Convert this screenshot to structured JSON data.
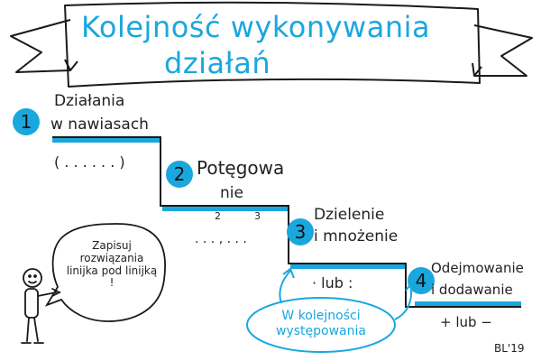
{
  "title": {
    "line1": "Kolejność wykonywania",
    "line2": "działań"
  },
  "steps": [
    {
      "number": "1",
      "label_line1": "Działania",
      "label_line2": "w nawiasach",
      "example": "( . . . . . . )"
    },
    {
      "number": "2",
      "label_line1": "Potęgowa",
      "label_line2": "nie",
      "example": ". . . , . . .",
      "superscripts": [
        "2",
        "3"
      ]
    },
    {
      "number": "3",
      "label_line1": "Dzielenie",
      "label_line2": "i mnożenie",
      "example": "·  lub  :"
    },
    {
      "number": "4",
      "label_line1": "Odejmowanie",
      "label_line2": "i dodawanie",
      "example": "+  lub  −"
    }
  ],
  "speech_bubble": {
    "text": "Zapisuj rozwiązania linijka pod linijką !"
  },
  "order_note": {
    "text": "W kolejności występowania"
  },
  "signature": "BL'19",
  "colors": {
    "accent": "#1aa7de",
    "ink": "#1a1a1a"
  }
}
